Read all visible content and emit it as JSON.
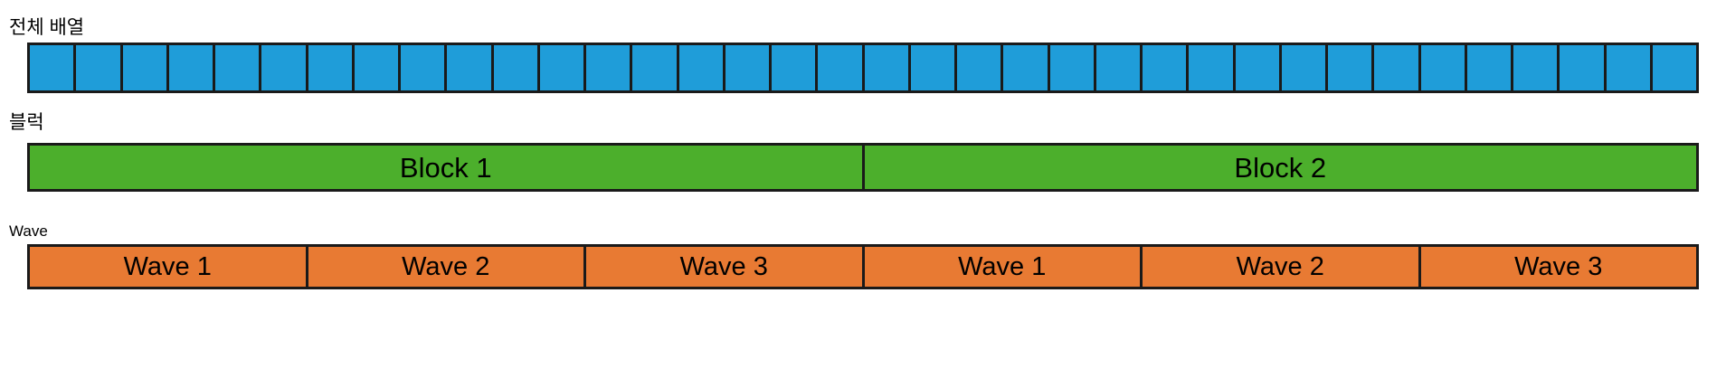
{
  "diagram": {
    "background_color": "#ffffff",
    "stroke_color": "#1a1a1a"
  },
  "rows": {
    "array": {
      "label": "전체 배열",
      "color": "#1f9dd9",
      "cell_count": 36,
      "cells": [
        "",
        "",
        "",
        "",
        "",
        "",
        "",
        "",
        "",
        "",
        "",
        "",
        "",
        "",
        "",
        "",
        "",
        "",
        "",
        "",
        "",
        "",
        "",
        "",
        "",
        "",
        "",
        "",
        "",
        "",
        "",
        "",
        "",
        "",
        "",
        ""
      ]
    },
    "block": {
      "label": "블럭",
      "color": "#4caf2c",
      "cells": [
        {
          "label": "Block 1",
          "span": 18
        },
        {
          "label": "Block 2",
          "span": 18
        }
      ]
    },
    "wave": {
      "label": "Wave",
      "color": "#e87a33",
      "cells": [
        {
          "label": "Wave 1",
          "span": 6
        },
        {
          "label": "Wave 2",
          "span": 6
        },
        {
          "label": "Wave 3",
          "span": 6
        },
        {
          "label": "Wave 1",
          "span": 6
        },
        {
          "label": "Wave 2",
          "span": 6
        },
        {
          "label": "Wave 3",
          "span": 6
        }
      ]
    }
  }
}
